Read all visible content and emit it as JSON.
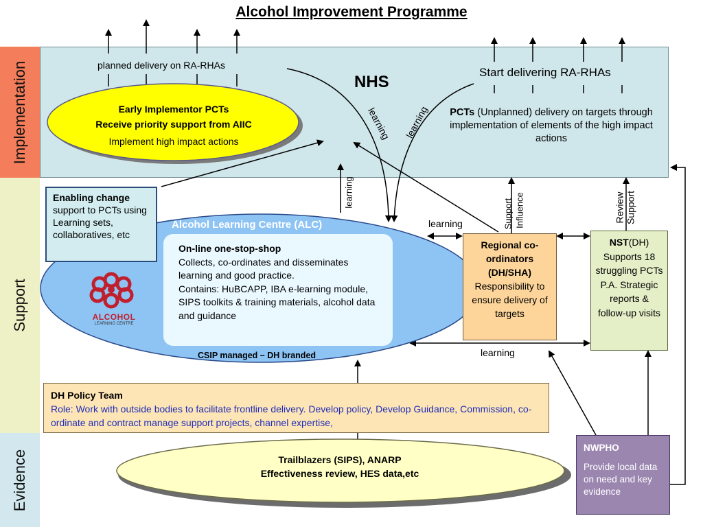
{
  "title": "Alcohol Improvement Programme",
  "bands": {
    "implementation": "Implementation",
    "support": "Support",
    "evidence": "Evidence"
  },
  "nhs": {
    "label": "NHS",
    "planned": "planned delivery on RA-RHAs",
    "start": "Start delivering RA-RHAs",
    "pcts_bold": "PCTs",
    "pcts_text": "(Unplanned) delivery on targets through implementation of elements of the high impact actions"
  },
  "early": {
    "line1": "Early Implementor PCTs",
    "line2": "Receive priority support from AIIC",
    "line3": "Implement high impact actions"
  },
  "enabling": {
    "bold": "Enabling change",
    "text": "support to PCTs using Learning sets, collaboratives, etc"
  },
  "alc": {
    "title": "Alcohol Learning Centre (ALC)",
    "footer": "CSIP managed – DH branded",
    "logo_text": "ALCOHOL",
    "logo_sub": "LEARNING CENTRE",
    "shop_title": "On-line one-stop-shop",
    "shop_text": "Collects, co-ordinates and disseminates learning and good practice.",
    "shop_contains": "Contains: HuBCAPP, IBA e-learning module, SIPS toolkits & training materials, alcohol data and guidance"
  },
  "regional": {
    "bold": "Regional co-ordinators (DH/SHA)",
    "text": "Responsibility to ensure delivery of targets"
  },
  "nst": {
    "bold": "NST",
    "suffix": "(DH)",
    "text": "Supports 18 struggling PCTs P.A. Strategic reports & follow-up visits"
  },
  "policy": {
    "title": "DH Policy Team",
    "text": "Role: Work with outside bodies to facilitate frontline delivery. Develop policy, Develop Guidance, Commission, co-ordinate and contract manage support projects, channel expertise,"
  },
  "evidence_ellipse": {
    "line1": "Trailblazers (SIPS), ANARP",
    "line2": "Effectiveness review, HES data,etc"
  },
  "nwpho": {
    "title": "NWPHO",
    "text": "Provide local data on need and key evidence"
  },
  "labels": {
    "learning": "learning",
    "support": "Support",
    "influence": "Influence",
    "review": "Review",
    "support2": "Support"
  },
  "colors": {
    "implementation_band": "#f47d5b",
    "support_band": "#eef0c6",
    "evidence_band": "#d2e8ee",
    "nhs_box": "#cfe6ea",
    "early_ellipse": "#ffff00",
    "alc_ellipse": "#8ec4f4",
    "regional_box": "#fdd59a",
    "nst_box": "#e4efc8",
    "policy_box": "#fde5b5",
    "evidence_ellipse": "#ffffc6",
    "nwpho_box": "#9b86b0",
    "policy_text": "#1f2db8"
  }
}
